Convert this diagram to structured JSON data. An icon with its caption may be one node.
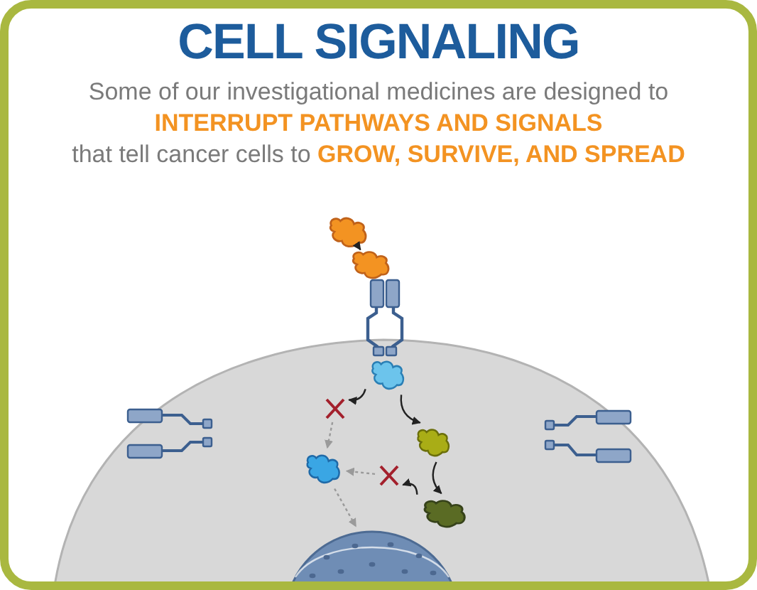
{
  "diagram": {
    "title": "CELL SIGNALING",
    "nodes": [
      {
        "text": [],
        "shape": "picture"
      },
      {
        "text": [],
        "shape": "picture"
      },
      {
        "text": [],
        "shape": "picture"
      },
      {
        "text": [],
        "shape": "picture"
      },
      {
        "text": [],
        "shape": "cross"
      },
      {
        "text": [],
        "shape": "picture"
      },
      {
        "text": [],
        "shape": "picture"
      },
      {
        "text": [],
        "shape": "picture"
      },
      {
        "text": [],
        "shape": "cross"
      },
      {
        "text": [],
        "shape": "circle"
      }
    ],
    "edges": [
      {
        "from": 0,
        "to": 1,
        "arrow": "to"
      },
      {
        "from": 3,
        "to": 4,
        "arrow": "to"
      },
      {
        "from": 3,
        "to": 6,
        "arrow": "to"
      },
      {
        "from": 4,
        "to": 5,
        "arrow": "to",
        "style": "dashed",
        "color": "#9a9a9a"
      },
      {
        "from": 6,
        "to": 7,
        "arrow": "to"
      },
      {
        "from": 7,
        "to": 8,
        "arrow": "to"
      },
      {
        "from": 8,
        "to": 5,
        "arrow": "to",
        "style": "dashed",
        "color": "#9a9a9a"
      },
      {
        "from": 5,
        "to": 9,
        "arrow": "to",
        "style": "dashed",
        "color": "#9a9a9a"
      }
    ],
    "labels": [
      "Some of our investigational medicines are designed to **INTERRUPT PATHWAYS AND SIGNALS** that tell cancer cells to **GROW, SURVIVE, AND SPREAD**"
    ]
  }
}
